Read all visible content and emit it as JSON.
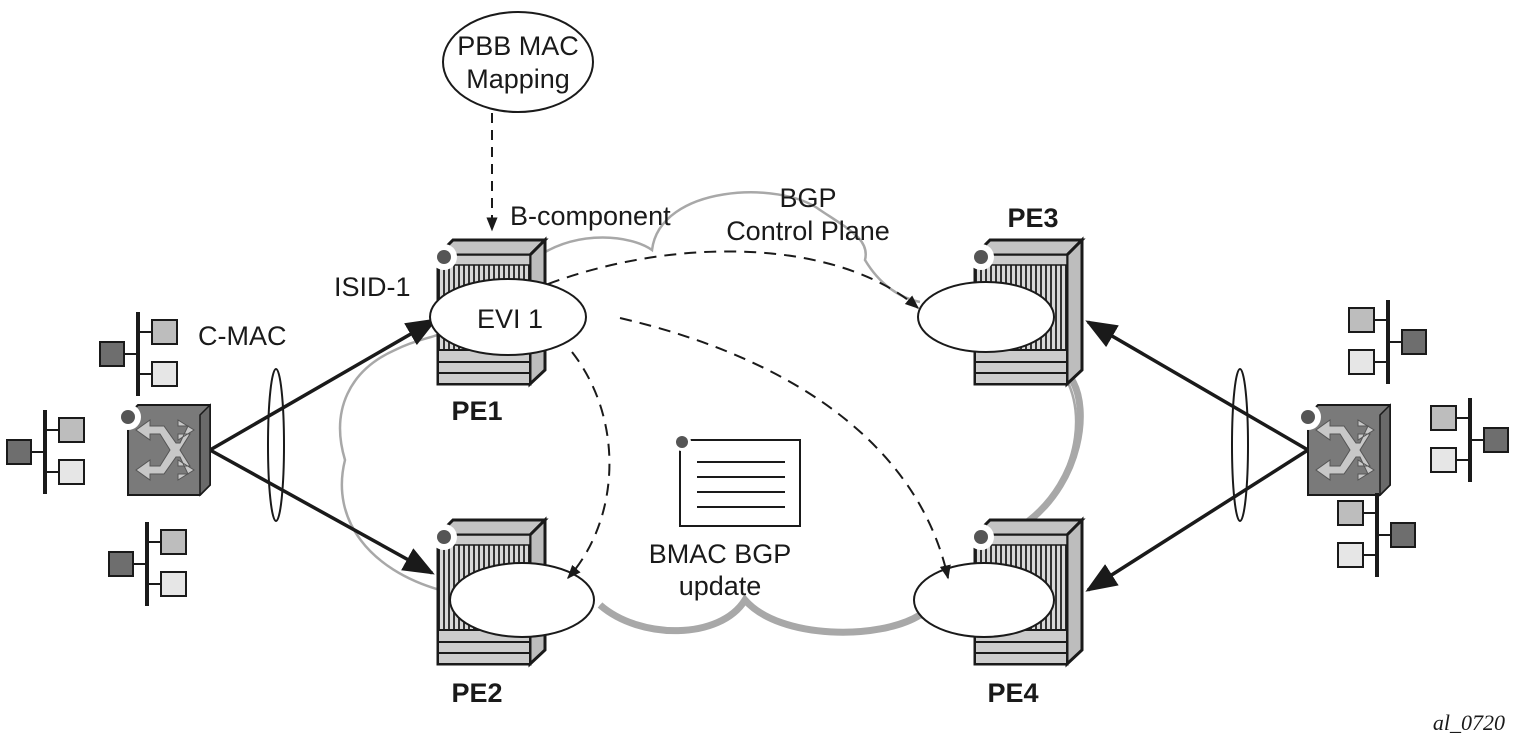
{
  "mapping_bubble": {
    "line1": "PBB  MAC",
    "line2": "Mapping"
  },
  "labels": {
    "b_component": "B-component",
    "bgp_line1": "BGP",
    "bgp_line2": "Control Plane",
    "isid": "ISID-1",
    "cmac": "C-MAC",
    "evi": "EVI 1",
    "update_line1": "BMAC BGP",
    "update_line2": "update",
    "figure_id": "al_0720"
  },
  "routers": {
    "pe1": "PE1",
    "pe2": "PE2",
    "pe3": "PE3",
    "pe4": "PE4"
  },
  "colors": {
    "line": "#1a1a1a",
    "cloud": "#a8a8a8",
    "device": "#8a8a8a"
  }
}
